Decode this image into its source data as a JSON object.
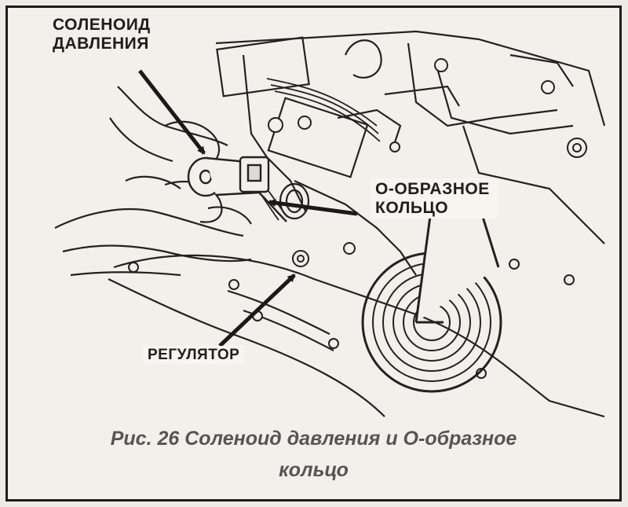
{
  "labels": {
    "pressure_solenoid": [
      "СОЛЕНОИД",
      "ДАВЛЕНИЯ"
    ],
    "o_ring": [
      "О-ОБРАЗНОЕ",
      "КОЛЬЦО"
    ],
    "regulator": "РЕГУЛЯТОР"
  },
  "caption": {
    "line1": "Рис. 26 Соленоид давления и О-образное",
    "line2": "кольцо"
  }
}
